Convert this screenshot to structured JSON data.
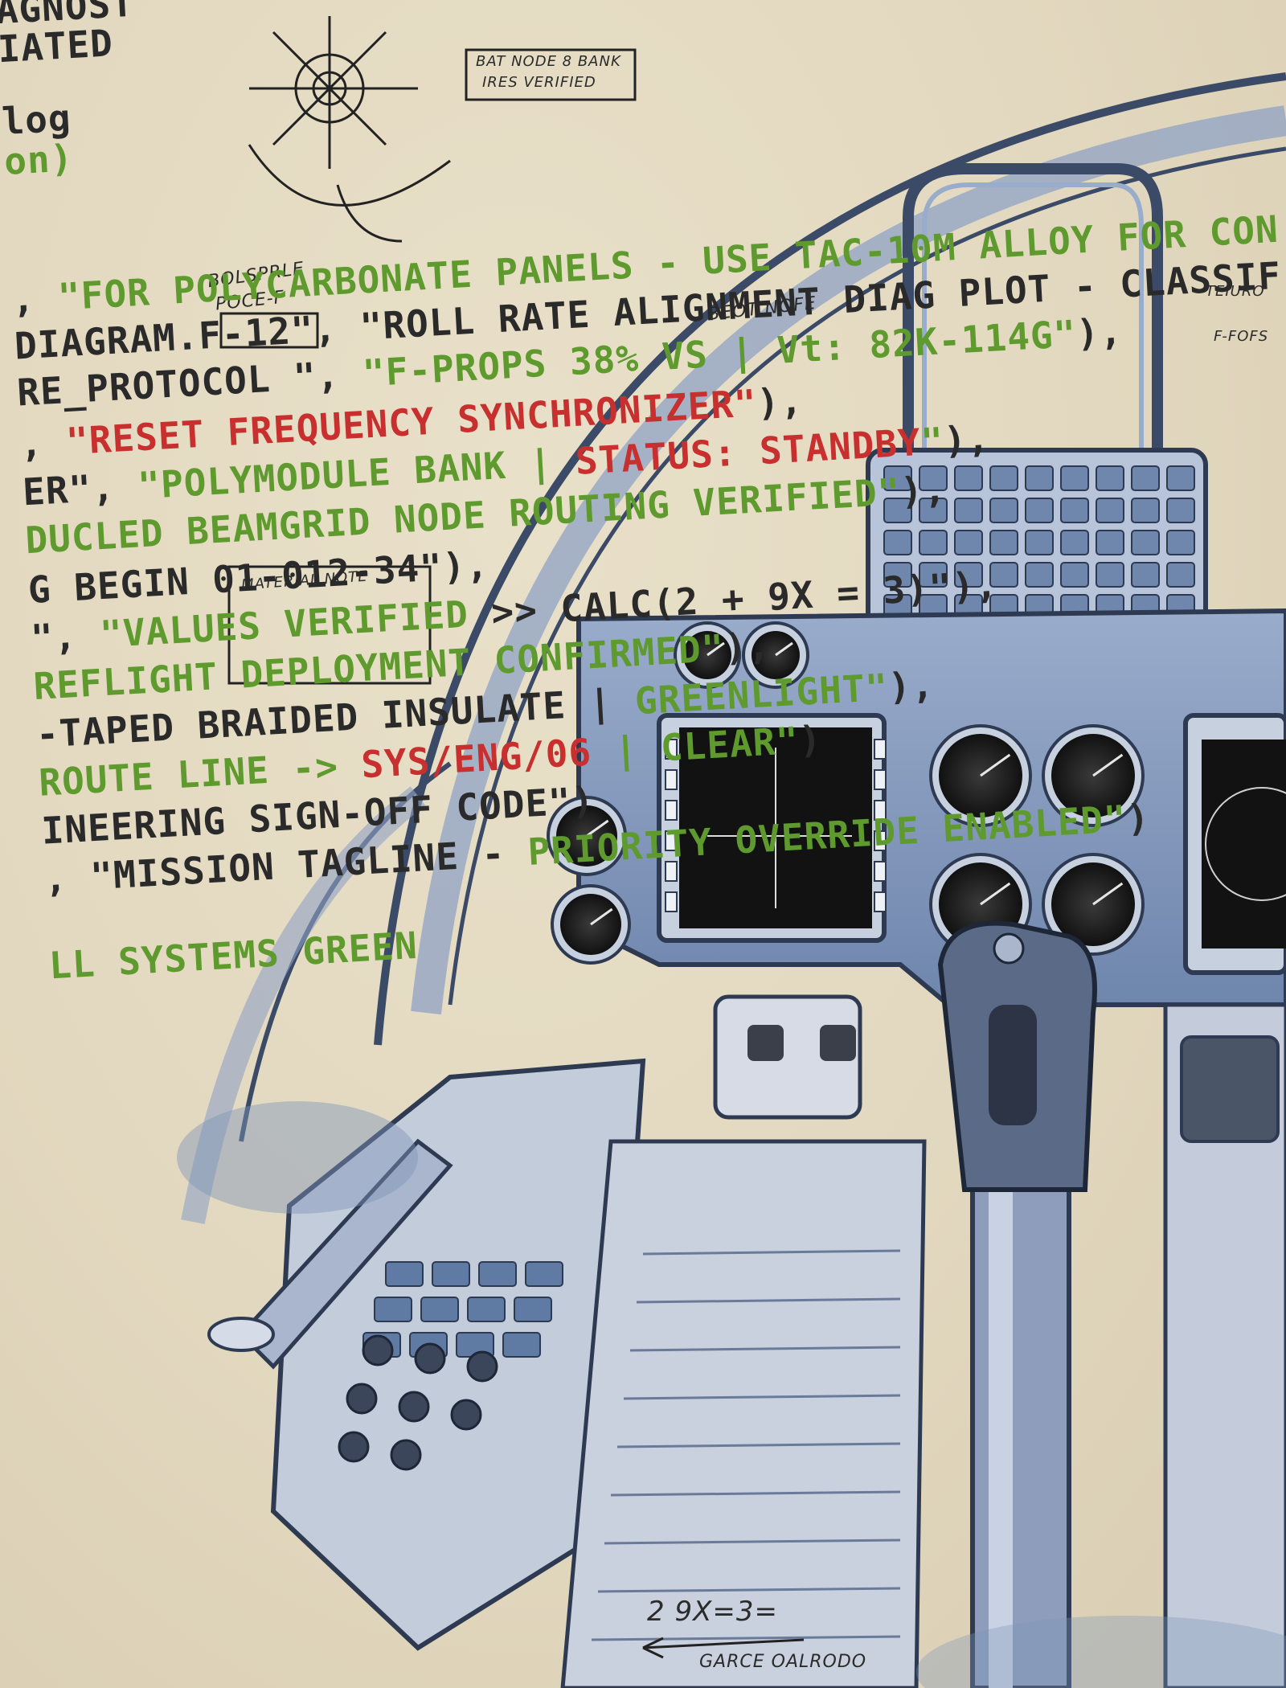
{
  "code_lines": [
    {
      "segs": [
        {
          "c": "k",
          "t": "AGNOST"
        }
      ]
    },
    {
      "segs": [
        {
          "c": "k",
          "t": "IATED"
        }
      ]
    },
    {
      "segs": [
        {
          "c": "k",
          "t": "log"
        }
      ]
    },
    {
      "segs": [
        {
          "c": "g",
          "t": "on)"
        }
      ]
    },
    {
      "segs": [
        {
          "c": "k",
          "t": ", "
        },
        {
          "c": "g",
          "t": "\"FOR POLYCARBONATE PANELS - USE TAC-10M ALLOY FOR CON"
        }
      ]
    },
    {
      "segs": [
        {
          "c": "k",
          "t": "DIAGRAM.F-12\", \"ROLL RATE ALIGNMENT DIAG PLOT - CLASSIF"
        }
      ]
    },
    {
      "segs": [
        {
          "c": "k",
          "t": "RE_PROTOCOL \", "
        },
        {
          "c": "g",
          "t": "\"F-PROPS 38% VS | Vt: 82K-114G\""
        },
        {
          "c": "k",
          "t": "),"
        }
      ]
    },
    {
      "segs": [
        {
          "c": "k",
          "t": ", "
        },
        {
          "c": "r",
          "t": "\"RESET FREQUENCY SYNCHRONIZER\""
        },
        {
          "c": "k",
          "t": "),"
        }
      ]
    },
    {
      "segs": [
        {
          "c": "k",
          "t": "ER\", "
        },
        {
          "c": "g",
          "t": "\"POLYMODULE BANK | "
        },
        {
          "c": "r",
          "t": "STATUS: STANDBY"
        },
        {
          "c": "g",
          "t": "\""
        },
        {
          "c": "k",
          "t": "),"
        }
      ]
    },
    {
      "segs": [
        {
          "c": "g",
          "t": "DUCLED BEAMGRID NODE ROUTING VERIFIED\""
        },
        {
          "c": "k",
          "t": "),"
        }
      ]
    },
    {
      "segs": [
        {
          "c": "k",
          "t": "G BEGIN 01-012-34\"),"
        }
      ]
    },
    {
      "segs": [
        {
          "c": "k",
          "t": "\", "
        },
        {
          "c": "g",
          "t": "\"VALUES VERIFIED "
        },
        {
          "c": "k",
          "t": ">> CALC(2 + 9X = 3)\"),"
        }
      ]
    },
    {
      "segs": [
        {
          "c": "g",
          "t": "REFLIGHT DEPLOYMENT CONFIRMED\""
        },
        {
          "c": "k",
          "t": "),"
        }
      ]
    },
    {
      "segs": [
        {
          "c": "k",
          "t": "-TAPED BRAIDED INSULATE | "
        },
        {
          "c": "g",
          "t": "GREENLIGHT\""
        },
        {
          "c": "k",
          "t": "),"
        }
      ]
    },
    {
      "segs": [
        {
          "c": "g",
          "t": "ROUTE LINE -> "
        },
        {
          "c": "r",
          "t": "SYS/ENG/06"
        },
        {
          "c": "g",
          "t": " | CLEAR\""
        },
        {
          "c": "k",
          "t": ")"
        }
      ]
    },
    {
      "segs": [
        {
          "c": "k",
          "t": "INEERING SIGN-OFF CODE\")"
        }
      ]
    },
    {
      "segs": [
        {
          "c": "k",
          "t": ", \"MISSION TAGLINE - "
        },
        {
          "c": "g",
          "t": "PRIORITY OVERRIDE ENABLED\""
        },
        {
          "c": "k",
          "t": ")"
        }
      ]
    },
    {
      "segs": [
        {
          "c": "g",
          "t": "LL SYSTEMS GREEN"
        }
      ]
    }
  ],
  "handwritten_notes": [
    "BAT NODE 8 BANK",
    "IRES VERIFIED",
    "BOLSPRLE",
    "POCE-F",
    "BEOT NOFE",
    "MATERIAL NOTE",
    "TEIURO",
    "F-FOFS",
    "2 9X=3=",
    "GARCE OALRODO"
  ],
  "colors": {
    "paper": "#e6ddc4",
    "ink_black": "#2a2a2a",
    "ink_green": "#5e9a2e",
    "ink_red": "#c8302f",
    "illustration_blue": "#7f95b8"
  }
}
